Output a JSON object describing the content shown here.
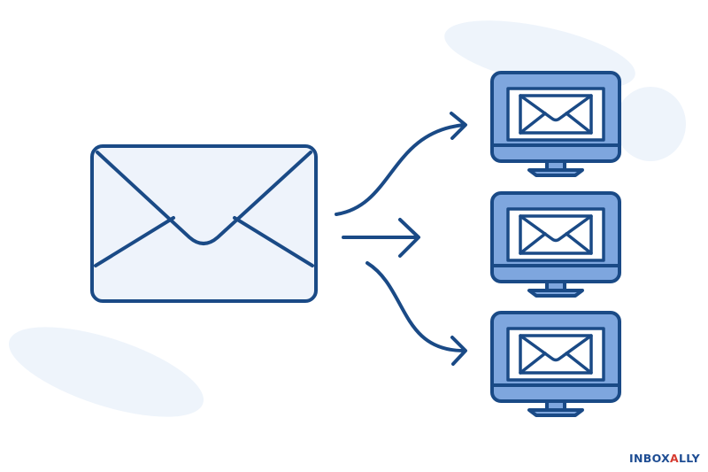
{
  "brand": {
    "part1": "INBOX",
    "part2": "A",
    "part3": "LLY"
  },
  "colors": {
    "stroke": "#1a4a86",
    "envelope_fill": "#eef3fb",
    "monitor_fill": "#7ea6de",
    "screen_fill": "#ffffff",
    "blob": "#eef4fb",
    "brand_blue": "#1e4d93",
    "brand_red": "#d63a2f"
  },
  "icons": [
    "envelope-icon",
    "arrow-icon",
    "monitor-icon",
    "inbox-mail-icon"
  ]
}
